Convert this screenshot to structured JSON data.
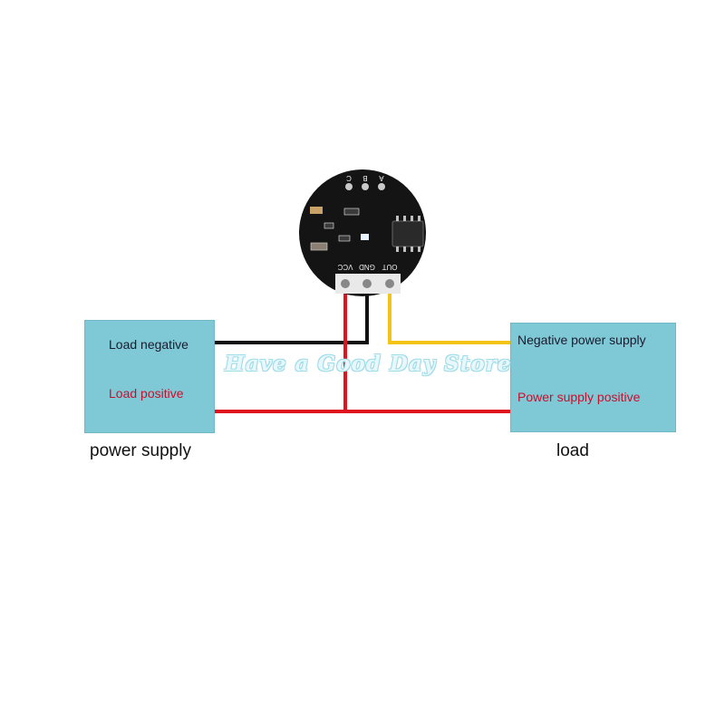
{
  "watermark": "Have a Good Day Store",
  "module": {
    "pins": [
      "VCC",
      "GND",
      "OUT"
    ],
    "pads": [
      "C",
      "B",
      "A"
    ]
  },
  "power_supply": {
    "caption": "power supply",
    "negative_label": "Load negative",
    "positive_label": "Load positive"
  },
  "load": {
    "caption": "load",
    "negative_label": "Negative power supply",
    "positive_label": "Power supply positive"
  },
  "colors": {
    "box_fill": "#7ec9d5",
    "wire_black": "#111111",
    "wire_red": "#e0141e",
    "wire_yellow": "#f3c316",
    "board": "#141414"
  }
}
